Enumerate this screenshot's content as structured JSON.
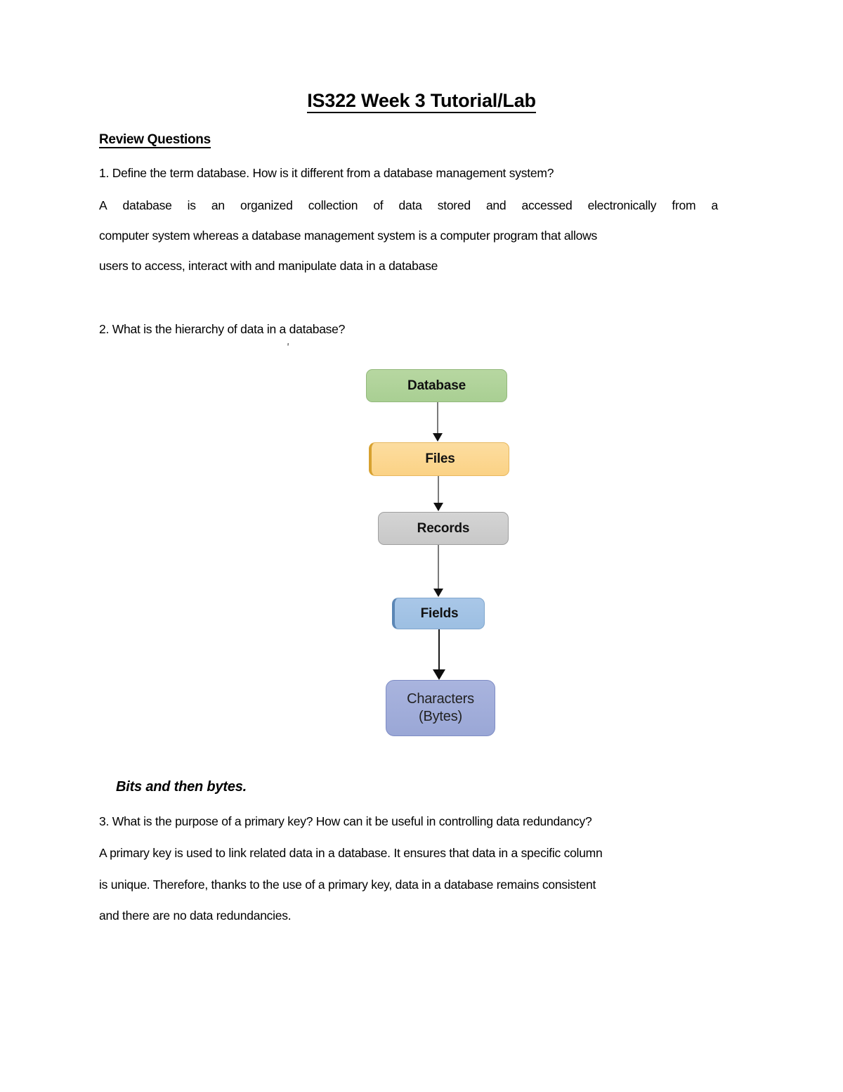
{
  "document": {
    "title": "IS322 Week 3 Tutorial/Lab",
    "section_heading": "Review Questions"
  },
  "questions": [
    {
      "id": "q1",
      "prompt": "1. Define the term database. How is it different from a database management system?",
      "answer_lines": [
        "A database is an organized collection of data stored and accessed electronically from a",
        "computer system whereas a database management system is a computer program that allows",
        "users to access, interact with and manipulate data in a database"
      ]
    },
    {
      "id": "q2",
      "prompt": "2. What is the hierarchy of data in a database?",
      "stray_mark": "'",
      "note": "Bits and then bytes."
    },
    {
      "id": "q3",
      "prompt": "3. What is the purpose of a primary key? How can it be useful in controlling data redundancy?",
      "answer_lines": [
        "A primary key is used to link related data in a database. It ensures that data in a specific column",
        "is unique. Therefore, thanks to the use of a primary key, data in a database remains consistent",
        "and there are no data redundancies."
      ]
    }
  ],
  "diagram": {
    "title": "Data hierarchy flow",
    "nodes": [
      {
        "id": "database",
        "label": "Database",
        "color": "#b0d19a"
      },
      {
        "id": "files",
        "label": "Files",
        "color": "#fbd285"
      },
      {
        "id": "records",
        "label": "Records",
        "color": "#cccccc"
      },
      {
        "id": "fields",
        "label": "Fields",
        "color": "#a2c3e5"
      },
      {
        "id": "characters",
        "label_line1": "Characters",
        "label_line2": "(Bytes)",
        "color": "#9fabd9"
      }
    ],
    "arrow_color": "#7a7a7a",
    "arrow_color_dark": "#111111"
  }
}
